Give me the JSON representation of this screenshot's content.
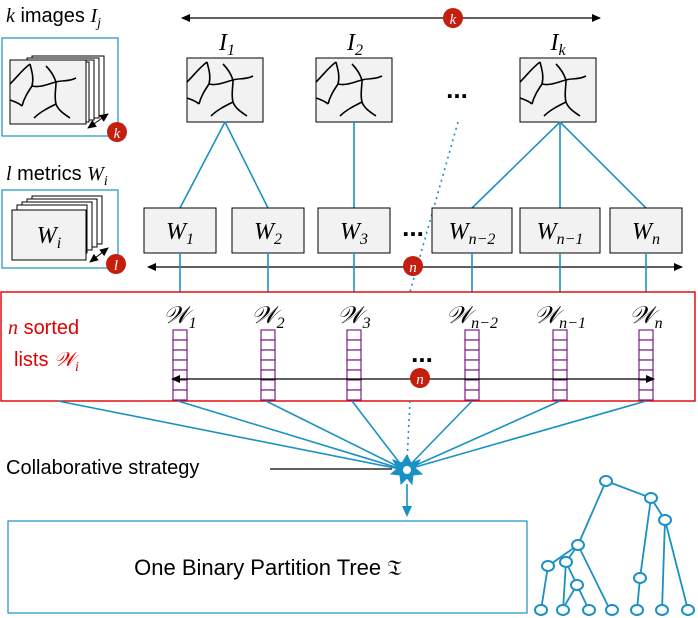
{
  "colors": {
    "accent_blue": "#1a91c4",
    "badge_red": "#c41e0e",
    "highlight_red": "#e00000",
    "list_purple": "#7a1f86",
    "box_fill": "#f2f2f2"
  },
  "images_group": {
    "label_var": "k",
    "label_text": "images",
    "label_symbol": "I",
    "label_sub": "j",
    "badge": "k"
  },
  "metrics_group": {
    "label_var": "l",
    "label_text": "metrics",
    "label_symbol": "W",
    "label_sub": "i",
    "stack_label_symbol": "W",
    "stack_label_sub": "i",
    "badge": "l"
  },
  "top_arrow_badge": "k",
  "images": [
    {
      "symbol": "I",
      "sub": "1"
    },
    {
      "symbol": "I",
      "sub": "2"
    },
    {
      "symbol": "I",
      "sub": "k"
    }
  ],
  "images_ellipsis": "...",
  "metrics": [
    {
      "symbol": "W",
      "sub": "1"
    },
    {
      "symbol": "W",
      "sub": "2"
    },
    {
      "symbol": "W",
      "sub": "3"
    },
    {
      "symbol": "W",
      "sub": "n−2"
    },
    {
      "symbol": "W",
      "sub": "n−1"
    },
    {
      "symbol": "W",
      "sub": "n"
    }
  ],
  "metrics_ellipsis": "...",
  "metrics_arrow_badge": "n",
  "sorted_lists": {
    "label_var": "n",
    "label_text": "sorted",
    "label_line2": "lists",
    "label_symbol": "𝒲",
    "label_sub": "i",
    "badge": "n",
    "ellipsis": "...",
    "items": [
      {
        "symbol": "𝒲",
        "sub": "1"
      },
      {
        "symbol": "𝒲",
        "sub": "2"
      },
      {
        "symbol": "𝒲",
        "sub": "3"
      },
      {
        "symbol": "𝒲",
        "sub": "n−2"
      },
      {
        "symbol": "𝒲",
        "sub": "n−1"
      },
      {
        "symbol": "𝒲",
        "sub": "n"
      }
    ]
  },
  "strategy_label": "Collaborative strategy",
  "result_box_text": "One Binary Partition Tree 𝔗"
}
